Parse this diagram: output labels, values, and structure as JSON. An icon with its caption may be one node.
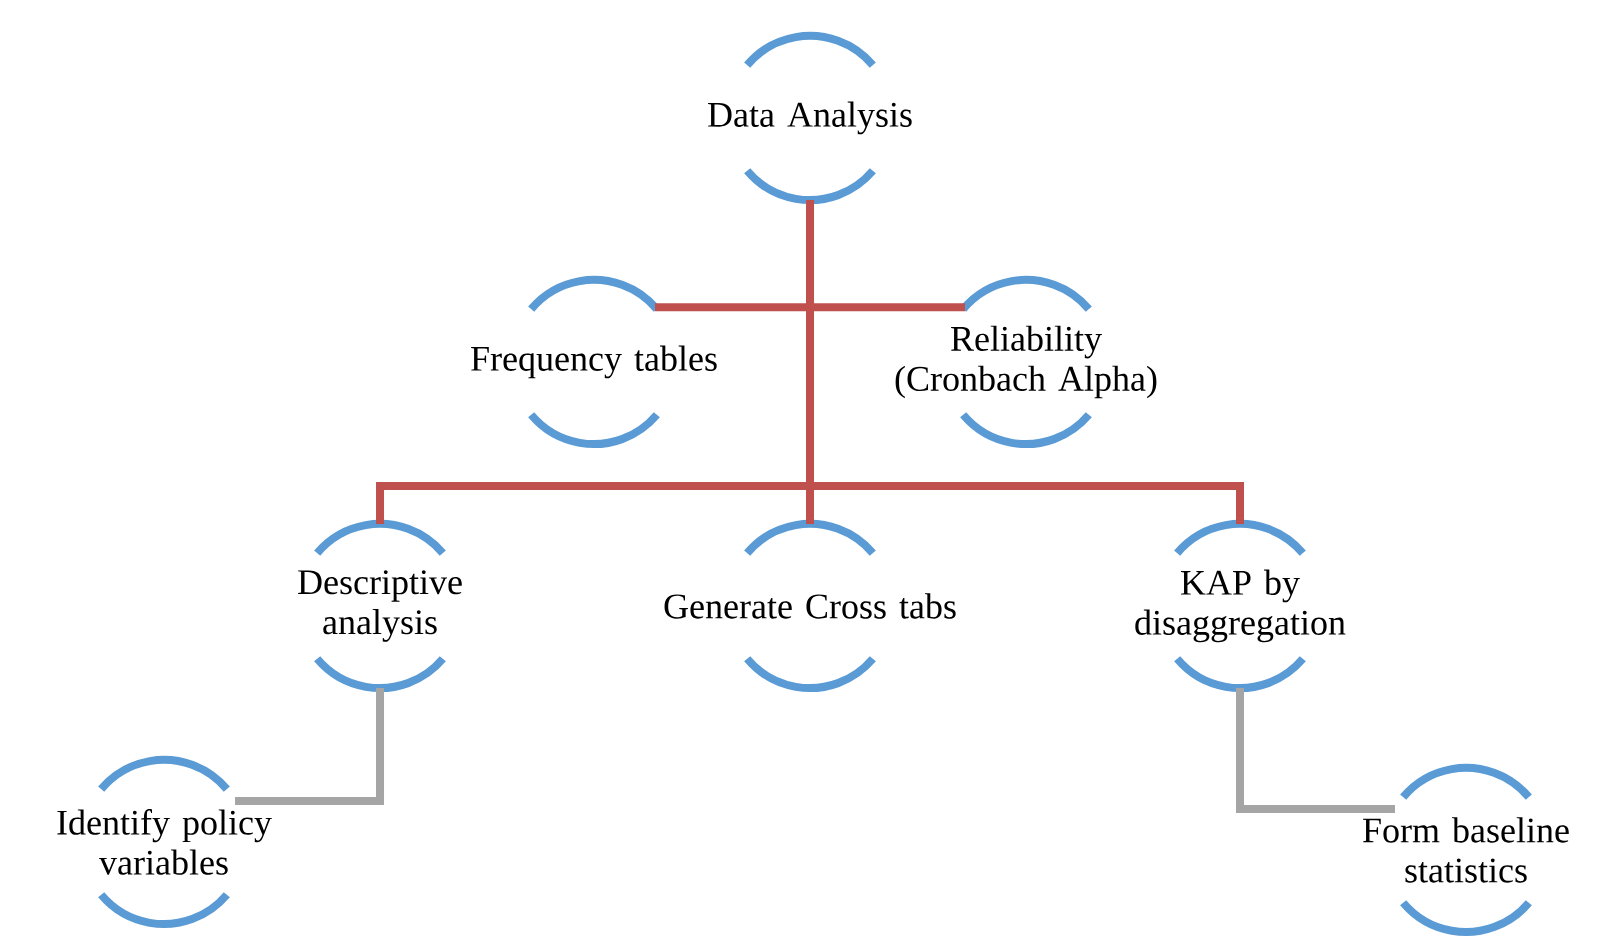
{
  "diagram": {
    "nodes": [
      {
        "text": [
          "Data Analysis"
        ]
      },
      {
        "text": [
          "Frequency tables"
        ]
      },
      {
        "text": [
          "Reliability (Cronbach Alpha)"
        ]
      },
      {
        "text": [
          "Descriptive analysis"
        ]
      },
      {
        "text": [
          "Generate Cross tabs"
        ]
      },
      {
        "text": [
          "KAP by disaggregation"
        ]
      },
      {
        "text": [
          "Identify policy variables"
        ]
      },
      {
        "text": [
          "Form baseline statistics"
        ]
      }
    ],
    "edges": [
      {
        "from": 0,
        "to": 1,
        "arrow": "none"
      },
      {
        "from": 0,
        "to": 2,
        "arrow": "none"
      },
      {
        "from": 0,
        "to": 3,
        "arrow": "none"
      },
      {
        "from": 0,
        "to": 4,
        "arrow": "none"
      },
      {
        "from": 0,
        "to": 5,
        "arrow": "none"
      },
      {
        "from": 3,
        "to": 6,
        "arrow": "none",
        "color": "#a5a5a5"
      },
      {
        "from": 5,
        "to": 7,
        "arrow": "none",
        "color": "#a5a5a5"
      }
    ]
  }
}
